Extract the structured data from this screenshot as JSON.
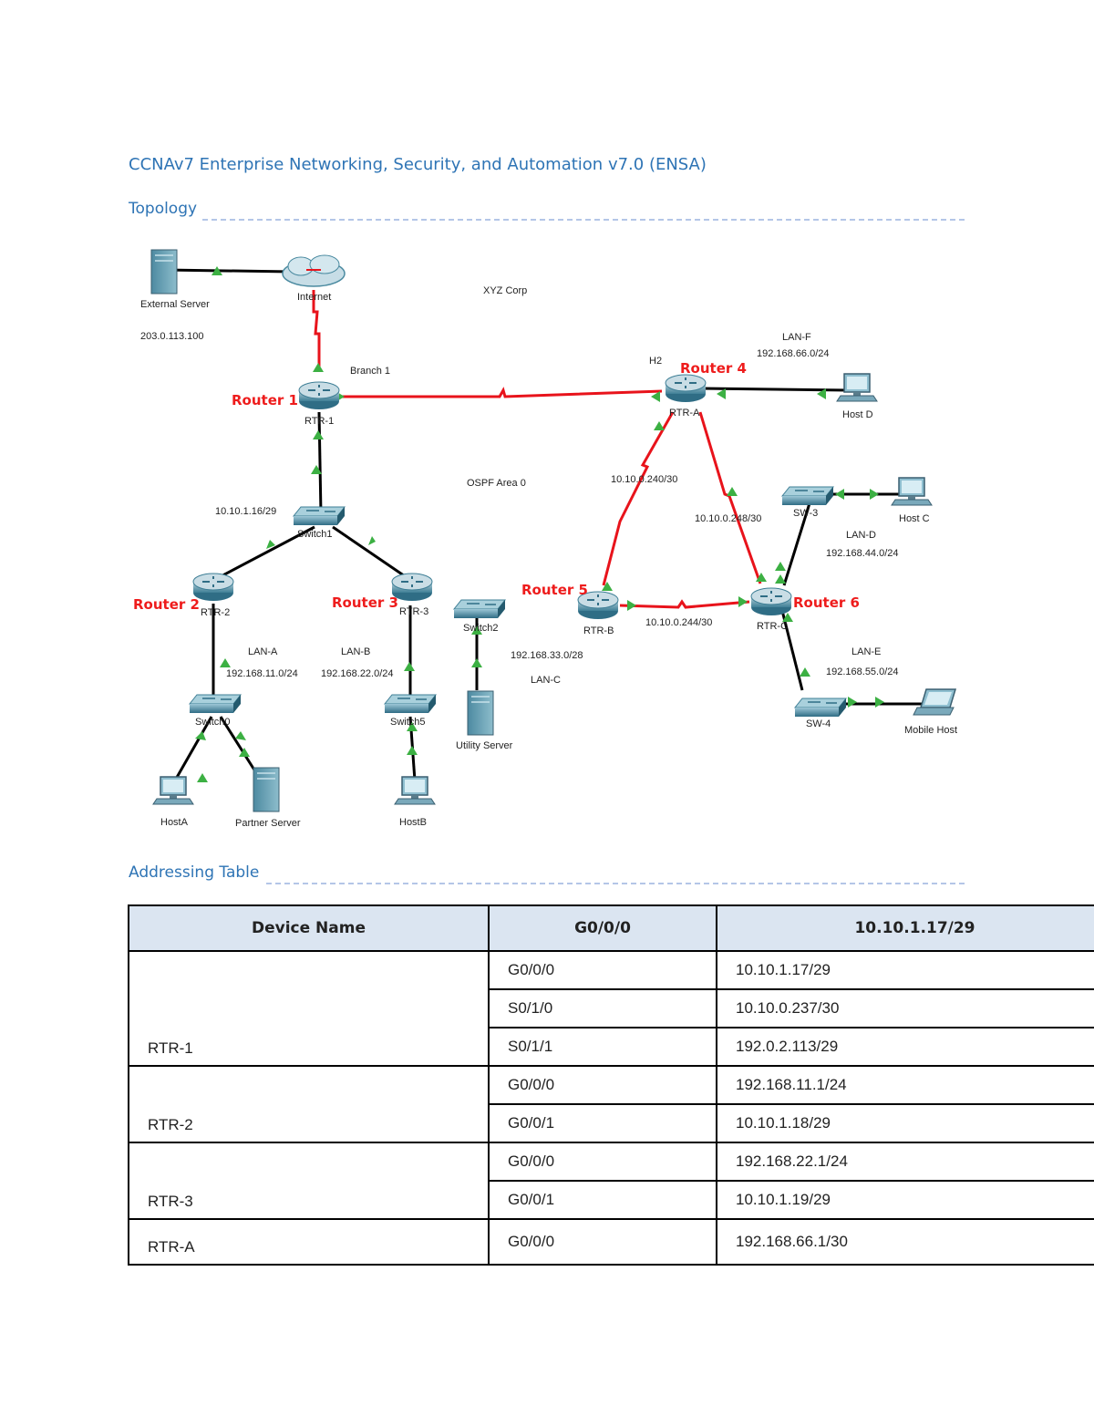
{
  "document": {
    "title": "CCNAv7 Enterprise Networking, Security, and Automation v7.0 (ENSA)",
    "topology_heading": "Topology",
    "addressing_heading": "Addressing Table"
  },
  "topology": {
    "annotations": {
      "xyz_corp": "XYZ Corp",
      "branch1": "Branch 1",
      "h2": "H2",
      "ospf_area": "OSPF Area 0",
      "ext_server_ip": "203.0.113.100",
      "net_10_10_1_16": "10.10.1.16/29",
      "lan_a": "LAN-A",
      "lan_a_net": "192.168.11.0/24",
      "lan_b": "LAN-B",
      "lan_b_net": "192.168.22.0/24",
      "lan_c": "LAN-C",
      "lan_c_net": "192.168.33.0/28",
      "lan_d": "LAN-D",
      "lan_d_net": "192.168.44.0/24",
      "lan_e": "LAN-E",
      "lan_e_net": "192.168.55.0/24",
      "lan_f": "LAN-F",
      "lan_f_net": "192.168.66.0/24",
      "wan_240": "10.10.0.240/30",
      "wan_244": "10.10.0.244/30",
      "wan_248": "10.10.0.248/30"
    },
    "device_names": {
      "external_server": "External Server",
      "internet": "Internet",
      "rtr1": "RTR-1",
      "switch1": "Switch1",
      "rtr2": "RTR-2",
      "rtr3": "RTR-3",
      "switch0": "Switch0",
      "switch5": "Switch5",
      "host_a": "HostA",
      "partner_server": "Partner Server",
      "host_b": "HostB",
      "rtr_a": "RTR-A",
      "host_d": "Host D",
      "rtr_b": "RTR-B",
      "switch2": "Switch2",
      "utility_server": "Utility Server",
      "rtr_c": "RTR-C",
      "sw3": "SW-3",
      "host_c": "Host C",
      "sw4": "SW-4",
      "mobile_host": "Mobile Host"
    },
    "router_callouts": {
      "router1": "Router 1",
      "router2": "Router 2",
      "router3": "Router 3",
      "router4": "Router 4",
      "router5": "Router 5",
      "router6": "Router 6"
    },
    "colors": {
      "wan_link": "#e8131b",
      "lan_link": "#000000",
      "link_status": "#3cb043",
      "callout_text": "#ee1c1c",
      "device_body": "#4a90a8"
    }
  },
  "addressing_table": {
    "headers": [
      "Device Name",
      "G0/0/0",
      "10.10.1.17/29"
    ],
    "devices": [
      {
        "name": "RTR-1",
        "rows": [
          {
            "interface": "G0/0/0",
            "address": "10.10.1.17/29"
          },
          {
            "interface": "S0/1/0",
            "address": "10.10.0.237/30"
          },
          {
            "interface": "S0/1/1",
            "address": "192.0.2.113/29"
          }
        ]
      },
      {
        "name": "RTR-2",
        "rows": [
          {
            "interface": "G0/0/0",
            "address": "192.168.11.1/24"
          },
          {
            "interface": "G0/0/1",
            "address": "10.10.1.18/29"
          }
        ]
      },
      {
        "name": "RTR-3",
        "rows": [
          {
            "interface": "G0/0/0",
            "address": "192.168.22.1/24"
          },
          {
            "interface": "G0/0/1",
            "address": "10.10.1.19/29"
          }
        ]
      },
      {
        "name": "RTR-A",
        "rows": [
          {
            "interface": "G0/0/0",
            "address": "192.168.66.1/30"
          }
        ]
      }
    ]
  }
}
